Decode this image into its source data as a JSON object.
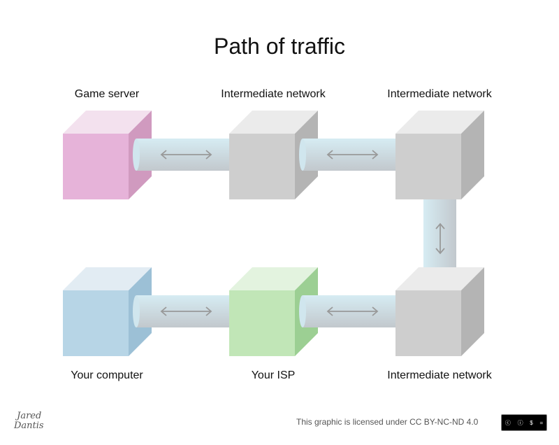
{
  "title": "Path of traffic",
  "nodes": [
    {
      "label": "Game server",
      "colors": {
        "front": "#e6b3d9",
        "top": "#f3e1ee",
        "side": "#d09abf"
      }
    },
    {
      "label": "Intermediate network",
      "colors": {
        "front": "#cecece",
        "top": "#ebebeb",
        "side": "#b4b4b4"
      }
    },
    {
      "label": "Intermediate network",
      "colors": {
        "front": "#cecece",
        "top": "#ebebeb",
        "side": "#b4b4b4"
      }
    },
    {
      "label": "Intermediate network",
      "colors": {
        "front": "#cecece",
        "top": "#ebebeb",
        "side": "#b4b4b4"
      }
    },
    {
      "label": "Your ISP",
      "colors": {
        "front": "#c1e6b7",
        "top": "#e3f3df",
        "side": "#9ccf93"
      }
    },
    {
      "label": "Your computer",
      "colors": {
        "front": "#b7d5e6",
        "top": "#e2ecf3",
        "side": "#9cc0d6"
      }
    }
  ],
  "connection": "bidirectional-arrow",
  "footer": {
    "signature": "Jared Dantis",
    "license": "This graphic is licensed under CC BY-NC-ND 4.0",
    "license_badge": "CC BY NC ND"
  }
}
